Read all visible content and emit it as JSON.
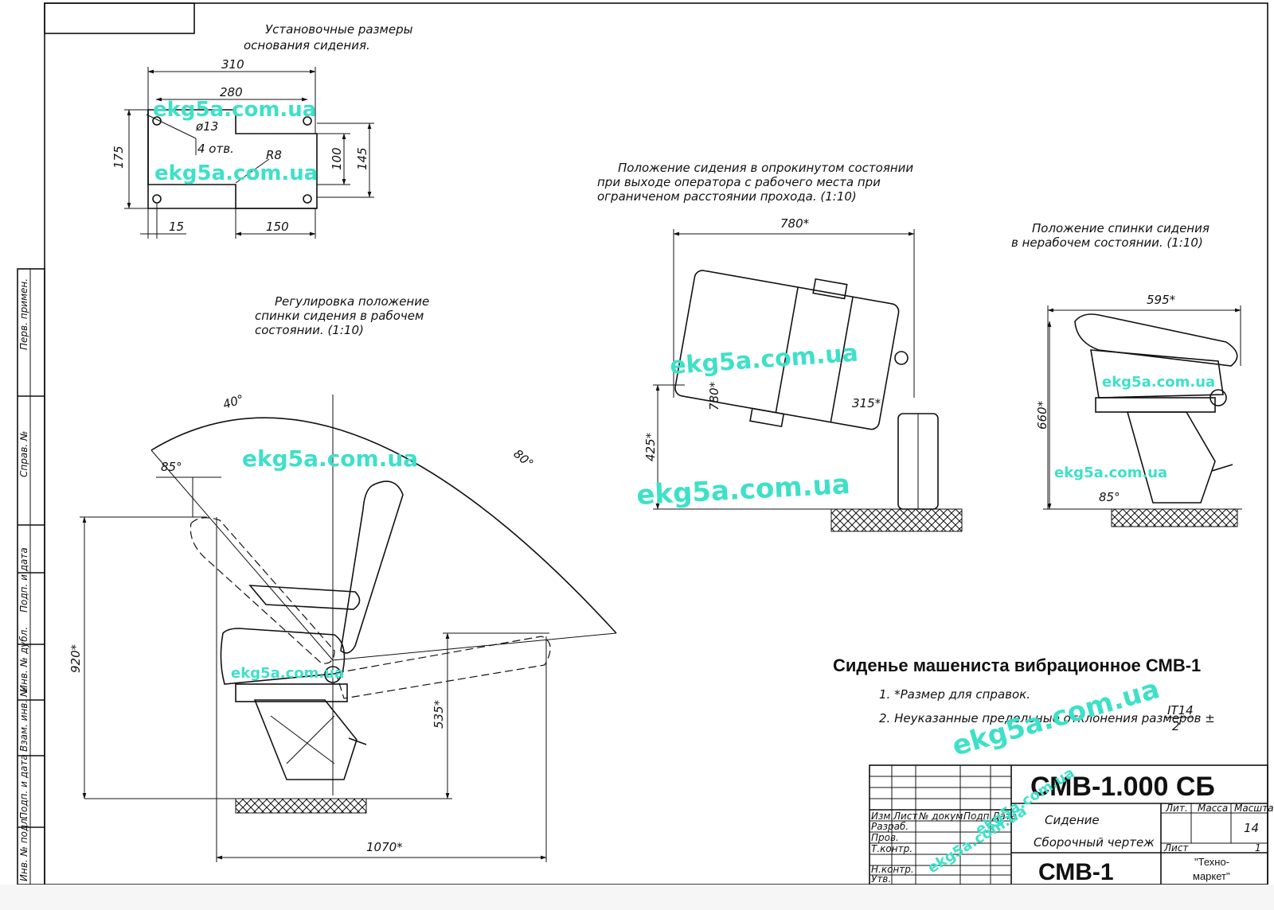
{
  "base_view": {
    "caption_line1": "Установочные размеры",
    "caption_line2": "основания сидения.",
    "dims": {
      "d310": "310",
      "d280": "280",
      "d13": "ø13",
      "holes": "4 отв.",
      "r8": "R8",
      "d175": "175",
      "d100": "100",
      "d145": "145",
      "d15": "15",
      "d150": "150"
    }
  },
  "tilt_view": {
    "caption_line1": "Положение сидения в опрокинутом состоянии",
    "caption_line2": "при выходе оператора с рабочего места при",
    "caption_line3": "ограниченом расстоянии прохода. (1:10)",
    "dims": {
      "d780w": "780*",
      "d780h": "780*",
      "d425": "425*",
      "d315": "315*"
    }
  },
  "backrest_view": {
    "caption_line1": "Положение спинки сидения",
    "caption_line2": "в нерабочем состоянии. (1:10)",
    "dims": {
      "d595": "595*",
      "d660": "660*",
      "a85": "85°"
    }
  },
  "working_view": {
    "caption_line1": "Регулировка положение",
    "caption_line2": "спинки сидения в рабочем",
    "caption_line3": "состоянии. (1:10)",
    "dims": {
      "a40": "40°",
      "a80": "80°",
      "a85": "85°",
      "d920": "920*",
      "d535": "535*",
      "d1070": "1070*"
    }
  },
  "product_title": "Сиденье машениста вибрационное СМВ-1",
  "notes": {
    "note1": "1. *Размер для справок.",
    "note2_prefix": "2. Неуказанные предельные отклонения размеров ±",
    "note2_num": "IT14",
    "note2_den": "2"
  },
  "title_block": {
    "doc_code": "СМВ-1.000 СБ",
    "name": "Сидение",
    "doc_type": "Сборочный чертеж",
    "model": "СМВ-1",
    "company_line1": "\"Техно-",
    "company_line2": "маркет\"",
    "scale": "14",
    "col_lit": "Лит.",
    "col_mass": "Масса",
    "col_scale": "Масштаб",
    "col_sheet": "Лист",
    "col_sheets": "1",
    "headers": [
      "Изм.",
      "Лист",
      "№ докум.",
      "Подп.",
      "Дата"
    ],
    "roles": [
      "Разраб.",
      "Пров.",
      "Т.контр.",
      "Н.контр.",
      "Утв."
    ]
  },
  "side_stamps": [
    "Перв. примен.",
    "Справ. №",
    "Подп. и дата",
    "Инв. № дубл.",
    "Взам. инв. №",
    "Подп. и дата",
    "Инв. № подл."
  ],
  "watermarks": [
    "ekg5a.com.ua",
    "ekg5a.com.ua",
    "ekg5a.com.ua",
    "ekg5a.com.ua",
    "ekg5a.com.ua",
    "ekg5a.com.ua",
    "ekg5a.com.ua",
    "ekg5a.com.ua",
    "ekg5a.com.ua",
    "ekg5a.com.ua",
    "ekg5a.com.ua"
  ],
  "colors": {
    "watermark": "#3ee0c8",
    "ink": "#111111"
  }
}
